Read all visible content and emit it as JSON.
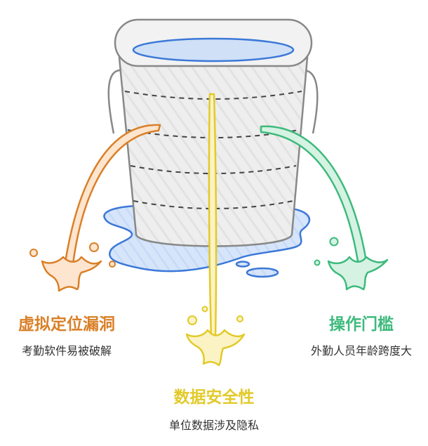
{
  "colors": {
    "left": "#d98028",
    "center": "#e2ca2a",
    "right": "#3dba7c",
    "water": "#3b78d8",
    "bucket_stroke": "#888888"
  },
  "issues": {
    "left": {
      "title": "虚拟定位漏洞",
      "desc": "考勤软件易被破解"
    },
    "center": {
      "title": "数据安全性",
      "desc": "单位数据涉及隐私"
    },
    "right": {
      "title": "操作门槛",
      "desc": "外勤人员年龄跨度大"
    }
  }
}
